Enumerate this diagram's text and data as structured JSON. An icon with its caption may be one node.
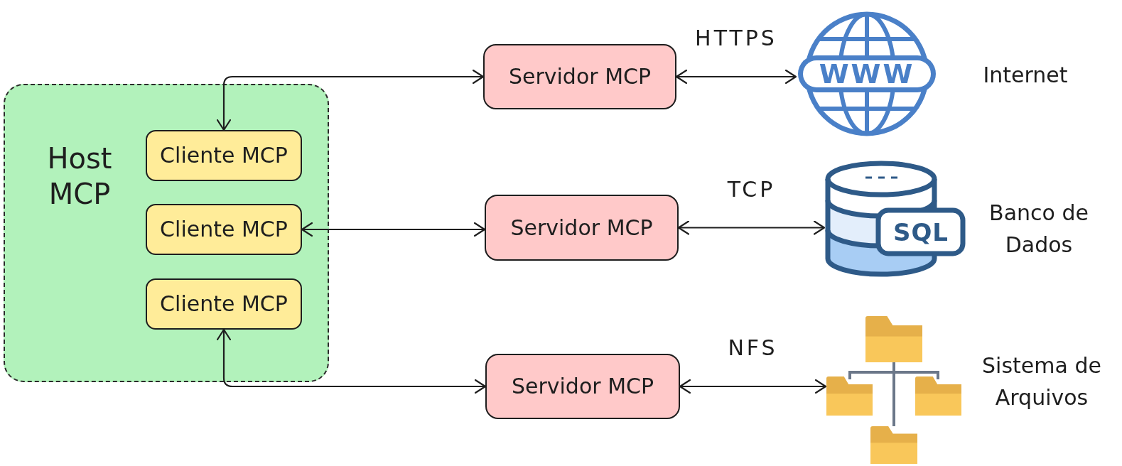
{
  "diagram": {
    "nodes": [
      {
        "text": [
          "Host MCP"
        ]
      },
      {
        "text": [
          "Cliente MCP"
        ],
        "in": 0
      },
      {
        "text": [
          "Cliente MCP"
        ],
        "in": 0
      },
      {
        "text": [
          "Cliente MCP"
        ],
        "in": 0
      },
      {
        "text": [
          "Servidor MCP"
        ]
      },
      {
        "text": [
          "Servidor MCP"
        ]
      },
      {
        "text": [
          "Servidor MCP"
        ]
      },
      {
        "text": [],
        "shape": "picture",
        "beside": [
          "Internet"
        ]
      },
      {
        "text": [],
        "shape": "picture",
        "beside": [
          "Banco de Dados"
        ]
      },
      {
        "text": [],
        "shape": "picture",
        "beside": [
          "Sistema de Arquivos"
        ]
      }
    ],
    "edges": [
      {
        "from": 1,
        "to": 4,
        "arrow": "both"
      },
      {
        "from": 2,
        "to": 5,
        "arrow": "both"
      },
      {
        "from": 3,
        "to": 6,
        "arrow": "both"
      },
      {
        "from": 4,
        "to": 7,
        "arrow": "both",
        "label": "HTTPS"
      },
      {
        "from": 5,
        "to": 8,
        "arrow": "both",
        "label": "TCP"
      },
      {
        "from": 6,
        "to": 9,
        "arrow": "both",
        "label": "NFS"
      }
    ],
    "labels": [
      "WWW",
      "SQL"
    ]
  }
}
